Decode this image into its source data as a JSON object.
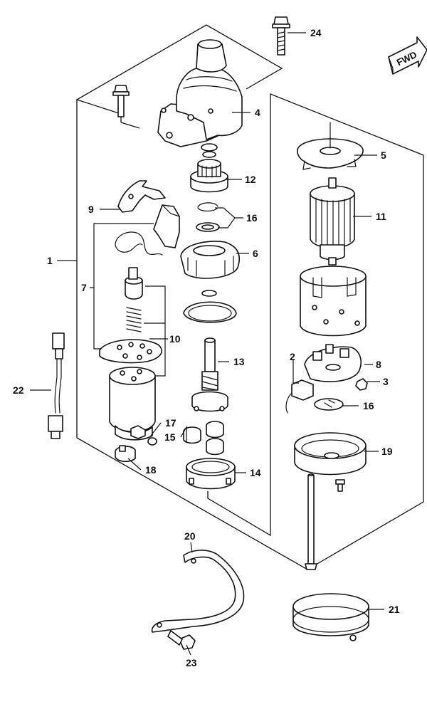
{
  "fwd_label": "FWD",
  "callouts": {
    "c1": "1",
    "c2": "2",
    "c3": "3",
    "c4": "4",
    "c5": "5",
    "c6": "6",
    "c7": "7",
    "c8": "8",
    "c9": "9",
    "c10": "10",
    "c11": "11",
    "c12": "12",
    "c13": "13",
    "c14": "14",
    "c15": "15",
    "c16a": "16",
    "c16b": "16",
    "c17": "17",
    "c18": "18",
    "c19": "19",
    "c20": "20",
    "c21": "21",
    "c22": "22",
    "c23": "23",
    "c24": "24"
  }
}
